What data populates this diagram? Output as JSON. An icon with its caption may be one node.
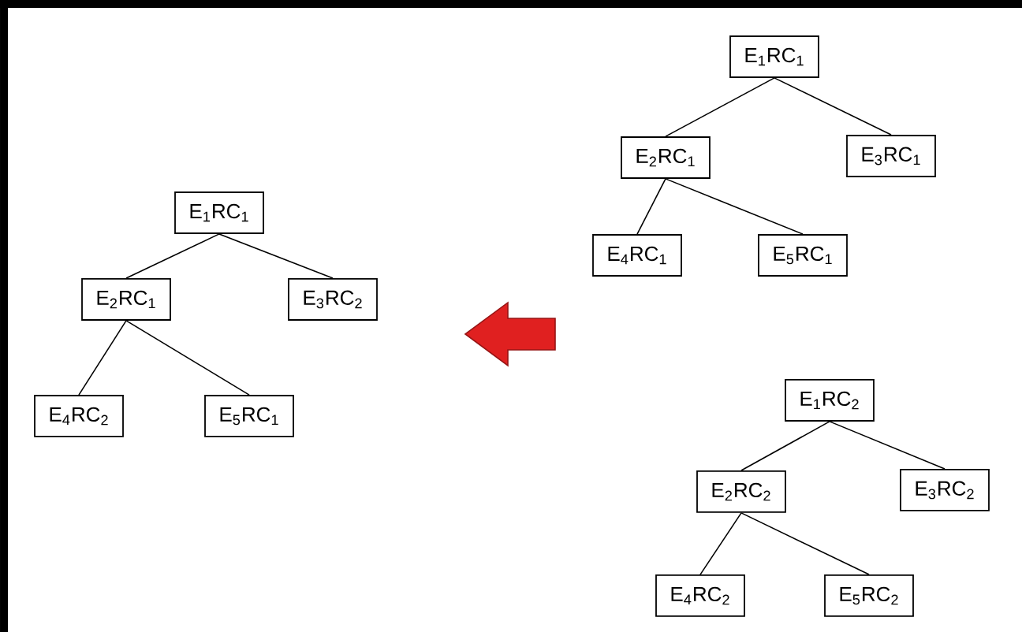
{
  "diagram": {
    "nodes": [
      {
        "text": [
          "E$_{1}$RC$_{1}$"
        ]
      },
      {
        "text": [
          "E$_{2}$RC$_{1}$"
        ]
      },
      {
        "text": [
          "E$_{3}$RC$_{1}$"
        ]
      },
      {
        "text": [
          "E$_{4}$RC$_{1}$"
        ]
      },
      {
        "text": [
          "E$_{5}$RC$_{1}$"
        ]
      },
      {
        "text": [
          "E$_{1}$RC$_{1}$"
        ]
      },
      {
        "text": [
          "E$_{2}$RC$_{1}$"
        ]
      },
      {
        "text": [
          "E$_{3}$RC$_{2}$"
        ]
      },
      {
        "text": [
          "E$_{4}$RC$_{2}$"
        ]
      },
      {
        "text": [
          "E$_{5}$RC$_{1}$"
        ]
      },
      {
        "text": [
          "E$_{1}$RC$_{2}$"
        ]
      },
      {
        "text": [
          "E$_{2}$RC$_{2}$"
        ]
      },
      {
        "text": [
          "E$_{3}$RC$_{2}$"
        ]
      },
      {
        "text": [
          "E$_{4}$RC$_{2}$"
        ]
      },
      {
        "text": [
          "E$_{5}$RC$_{2}$"
        ]
      }
    ],
    "edges": [
      {
        "from": 0,
        "to": 1,
        "arrow": "none"
      },
      {
        "from": 0,
        "to": 2,
        "arrow": "none"
      },
      {
        "from": 1,
        "to": 3,
        "arrow": "none"
      },
      {
        "from": 1,
        "to": 4,
        "arrow": "none"
      },
      {
        "from": 5,
        "to": 6,
        "arrow": "none"
      },
      {
        "from": 5,
        "to": 7,
        "arrow": "none"
      },
      {
        "from": 6,
        "to": 8,
        "arrow": "none"
      },
      {
        "from": 6,
        "to": 9,
        "arrow": "none"
      },
      {
        "from": 10,
        "to": 11,
        "arrow": "none"
      },
      {
        "from": 10,
        "to": 12,
        "arrow": "none"
      },
      {
        "from": 11,
        "to": 13,
        "arrow": "none"
      },
      {
        "from": 11,
        "to": 14,
        "arrow": "none"
      }
    ]
  }
}
